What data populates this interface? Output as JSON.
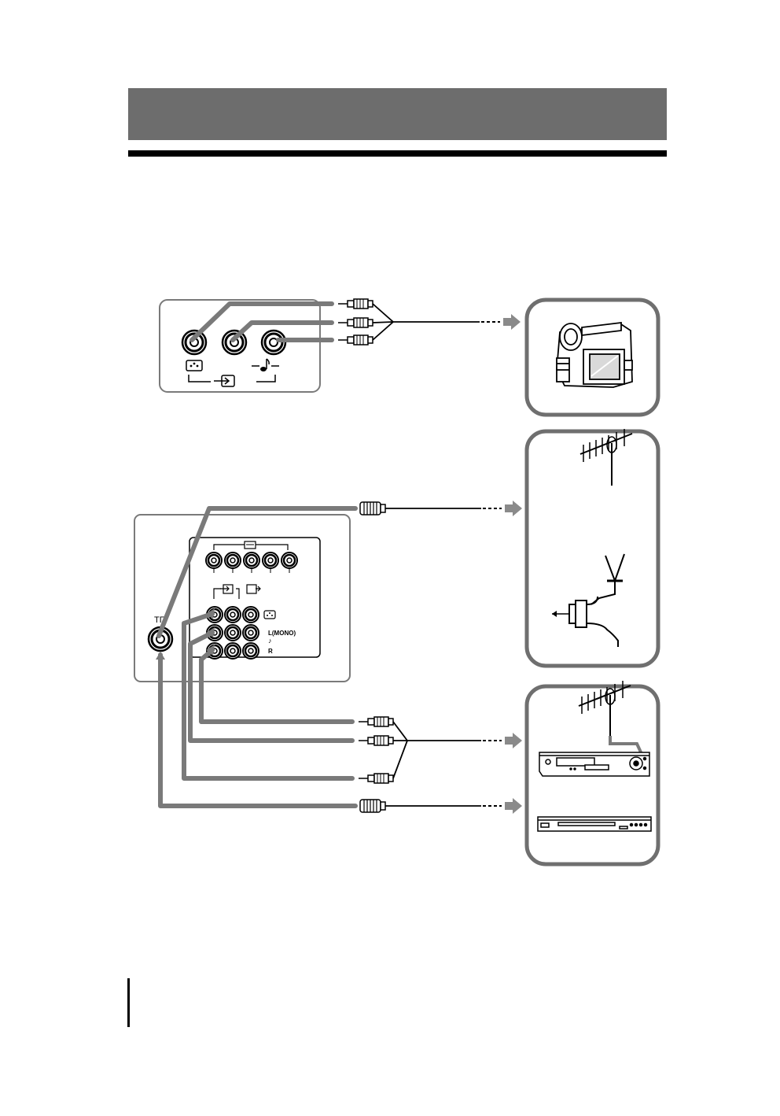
{
  "colors": {
    "header_band": "#6d6d6d",
    "cable": "#7a7a7a",
    "panel_stroke": "#707070",
    "line": "#000000"
  },
  "front_panel": {
    "jacks": [
      "video-jack",
      "audio-left-jack",
      "audio-right-jack"
    ],
    "icons": [
      "video-input-icon",
      "audio-note-icon",
      "input-arrow-icon"
    ]
  },
  "rear_panel": {
    "aerial_symbol": "TΓ",
    "labels": {
      "mono": "L(MONO)",
      "right": "R",
      "note": "♪"
    },
    "icons": [
      "component-input-icon",
      "av-input-icon",
      "av-output-icon",
      "video-input-icon"
    ]
  },
  "devices": [
    "camcorder-icon",
    "antenna-icon",
    "splitter-icon",
    "vcr-icon",
    "dvd-player-icon"
  ]
}
